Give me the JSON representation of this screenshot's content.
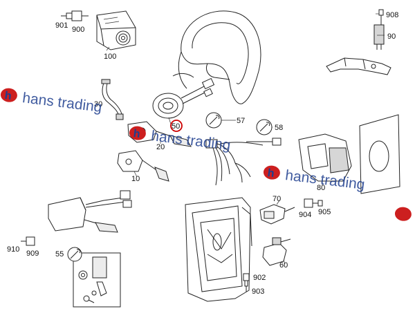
{
  "parts": {
    "p100": "100",
    "p900": "900",
    "p901": "901",
    "p908": "908",
    "p90": "90",
    "p30": "30",
    "p50": "50",
    "p57": "57",
    "p58": "58",
    "p20": "20",
    "p10": "10",
    "p80": "80",
    "p70": "70",
    "p904": "904",
    "p905": "905",
    "p910": "910",
    "p909": "909",
    "p55": "55",
    "p60": "60",
    "p902": "902",
    "p903": "903"
  },
  "highlight_color": "#cc0000",
  "watermark": {
    "text": "hans trading",
    "logo_color": "#cc1f1f",
    "text_color": "#1f3f8f"
  }
}
